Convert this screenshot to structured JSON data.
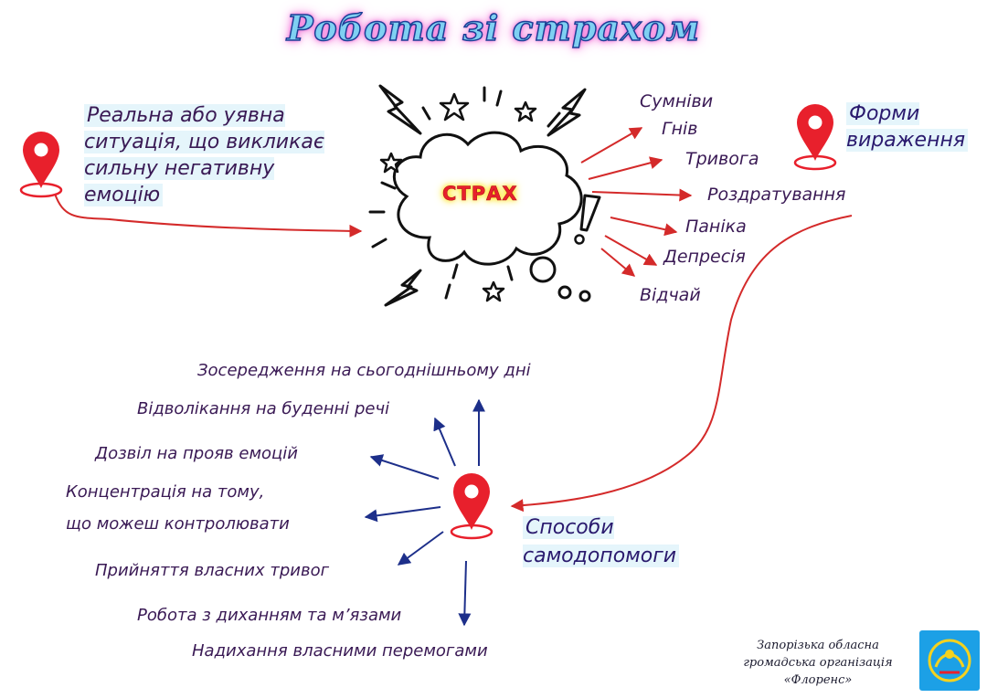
{
  "title": "Робота зі страхом",
  "center": "СТРАХ",
  "situation": "Реальна або уявна ситуація, що викликає сильну негативну емоцію",
  "forms_title": "Форми вираження",
  "forms": [
    "Сумніви",
    "Гнів",
    "Тривога",
    "Роздратування",
    "Паніка",
    "Депресія",
    "Відчай"
  ],
  "methods_title": "Способи самодопомоги",
  "methods": [
    "Зосередження на сьогоднішньому дні",
    "Відволікання на буденні речі",
    "Дозвіл на прояв емоцій",
    "Концентрація на тому,",
    "що можеш контролювати",
    "Прийняття власних тривог",
    "Робота з диханням та м’язами",
    "Надихання власними перемогами"
  ],
  "org": {
    "line1": "Запорізька обласна",
    "line2": "громадська організація",
    "line3": "«Флоренс»"
  },
  "colors": {
    "pin": "#e8202c",
    "red_arrow": "#d42a2a",
    "blue_arrow": "#1d2f8a",
    "text": "#3a1a55",
    "highlight": "#e5f5fb",
    "logo_bg": "#1ca0e6"
  },
  "icons": [
    "map-pin-icon",
    "lightning-icon",
    "star-icon",
    "exclamation-icon",
    "cloud-icon"
  ]
}
